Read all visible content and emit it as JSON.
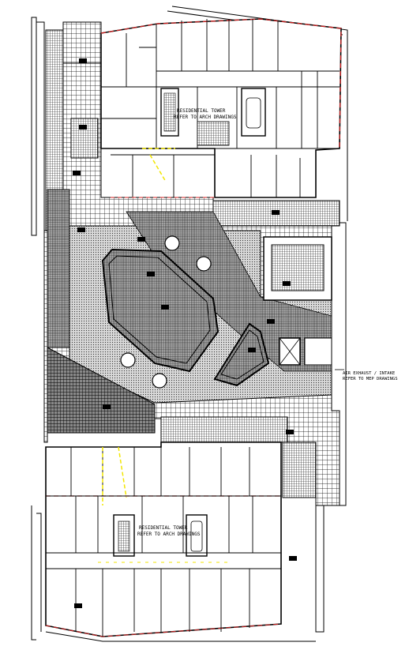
{
  "diagram": {
    "north_tower_note_1": "RESIDENTIAL TOWER",
    "north_tower_note_2": "REFER TO ARCH DRAWINGS",
    "south_tower_note_1": "RESIDENTIAL TOWER",
    "south_tower_note_2": "REFER TO ARCH DRAWINGS",
    "exhaust_note_1": "AIR EXHAUST / INTAKE",
    "exhaust_note_2": "REFER TO MEP DRAWINGS"
  },
  "colors": {
    "line": "#000000",
    "accent_yellow": "#f2e600",
    "accent_red": "#d42020",
    "background": "#ffffff"
  }
}
